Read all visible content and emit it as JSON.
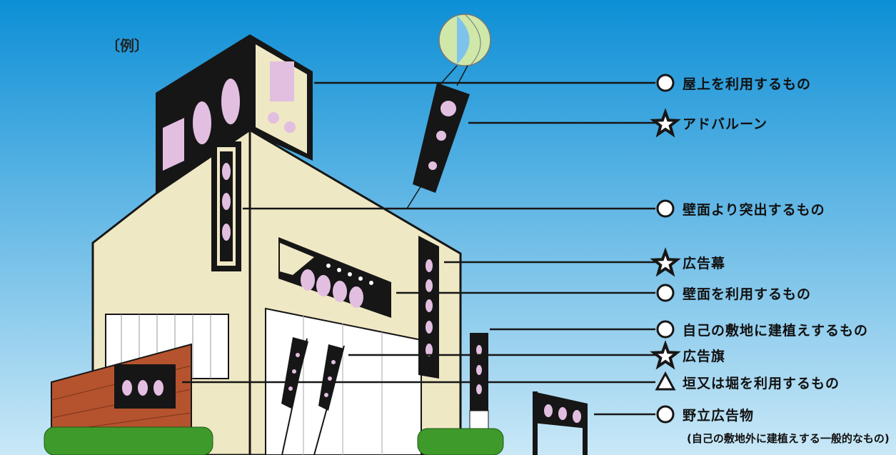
{
  "example_tag": "〔例〕",
  "labels": [
    {
      "key": "rooftop",
      "marker": "circle",
      "text": "屋上を利用するもの"
    },
    {
      "key": "adballoon",
      "marker": "star",
      "text": "アドバルーン"
    },
    {
      "key": "projecting",
      "marker": "circle",
      "text": "壁面より突出するもの"
    },
    {
      "key": "banner_curtain",
      "marker": "star",
      "text": "広告幕"
    },
    {
      "key": "wall",
      "marker": "circle",
      "text": "壁面を利用するもの"
    },
    {
      "key": "own_site",
      "marker": "circle",
      "text": "自己の敷地に建植えするもの"
    },
    {
      "key": "flag",
      "marker": "star",
      "text": "広告旗"
    },
    {
      "key": "fence",
      "marker": "triangle",
      "text": "垣又は堀を利用するもの"
    },
    {
      "key": "field",
      "marker": "circle",
      "text": "野立広告物"
    }
  ],
  "field_note": "(自己の敷地外に建植えする一般的なもの)",
  "colors": {
    "sky_top": "#0d8fd6",
    "sky_bottom": "#c9e8f7",
    "building_wall": "#efe8c4",
    "sign_black": "#161616",
    "sign_pink": "#e2bfe0",
    "brick": "#b5532e",
    "hedge": "#3f9a2c"
  }
}
